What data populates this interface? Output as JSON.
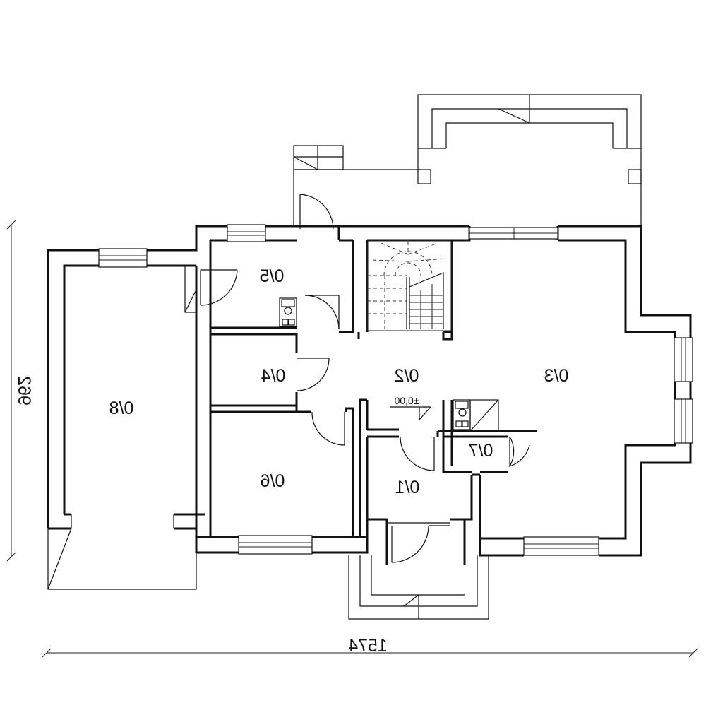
{
  "rooms": {
    "r01": "0/1",
    "r02": "0/2",
    "r03": "0/3",
    "r04": "0/4",
    "r05": "0/5",
    "r06": "0/6",
    "r07": "0/7",
    "r08": "0/8"
  },
  "dimensions": {
    "width": "1574",
    "height": "962"
  },
  "level": "±0,00"
}
